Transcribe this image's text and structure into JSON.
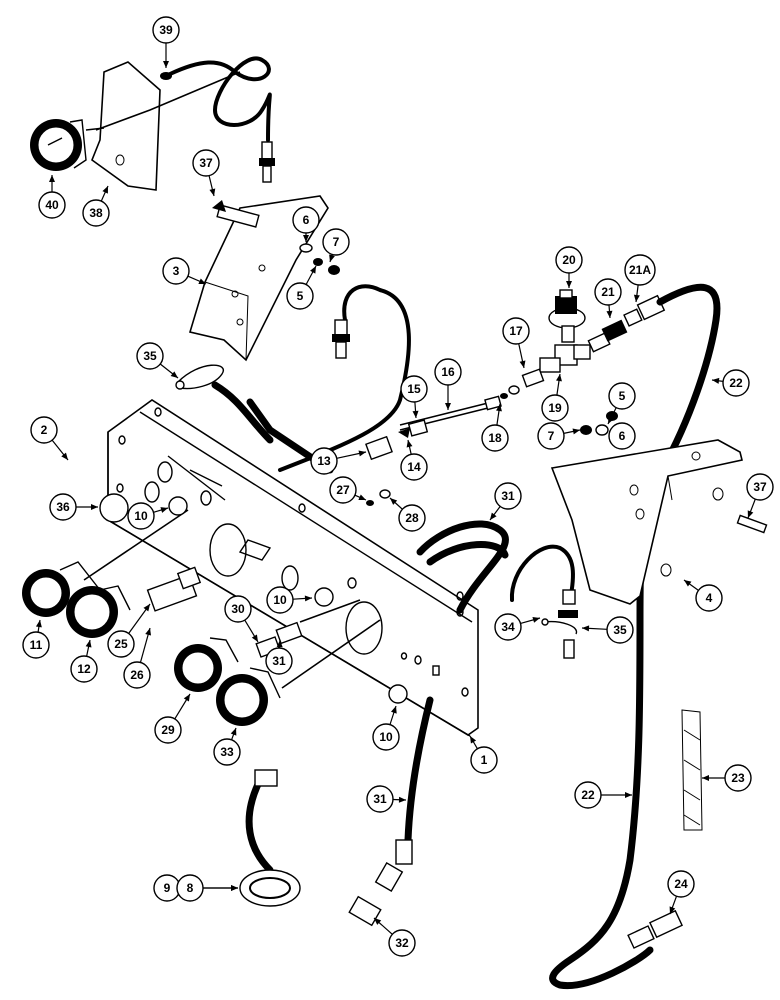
{
  "diagram": {
    "callouts": [
      {
        "label": "39"
      },
      {
        "label": "40"
      },
      {
        "label": "38"
      },
      {
        "label": "37"
      },
      {
        "label": "6"
      },
      {
        "label": "7"
      },
      {
        "label": "5"
      },
      {
        "label": "3"
      },
      {
        "label": "20"
      },
      {
        "label": "21A"
      },
      {
        "label": "21"
      },
      {
        "label": "17"
      },
      {
        "label": "22"
      },
      {
        "label": "35"
      },
      {
        "label": "16"
      },
      {
        "label": "15"
      },
      {
        "label": "5"
      },
      {
        "label": "19"
      },
      {
        "label": "6"
      },
      {
        "label": "7"
      },
      {
        "label": "2"
      },
      {
        "label": "18"
      },
      {
        "label": "13"
      },
      {
        "label": "14"
      },
      {
        "label": "36"
      },
      {
        "label": "27"
      },
      {
        "label": "31"
      },
      {
        "label": "37"
      },
      {
        "label": "10"
      },
      {
        "label": "28"
      },
      {
        "label": "4"
      },
      {
        "label": "10"
      },
      {
        "label": "34"
      },
      {
        "label": "35"
      },
      {
        "label": "11"
      },
      {
        "label": "12"
      },
      {
        "label": "25"
      },
      {
        "label": "30"
      },
      {
        "label": "26"
      },
      {
        "label": "31"
      },
      {
        "label": "29"
      },
      {
        "label": "33"
      },
      {
        "label": "10"
      },
      {
        "label": "1"
      },
      {
        "label": "23"
      },
      {
        "label": "31"
      },
      {
        "label": "22"
      },
      {
        "label": "9"
      },
      {
        "label": "8"
      },
      {
        "label": "24"
      },
      {
        "label": "32"
      }
    ]
  }
}
